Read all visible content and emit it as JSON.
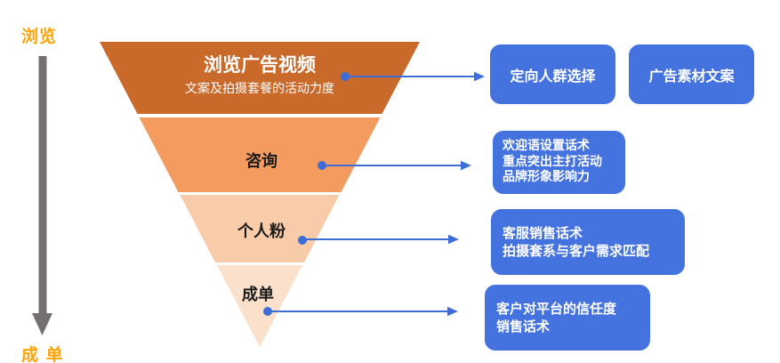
{
  "axis": {
    "top_label": "浏览",
    "bottom_label": "成 单",
    "label_color": "#FCA40A",
    "arrow_color": "#757070"
  },
  "funnel": {
    "levels": [
      {
        "title": "浏览广告视频",
        "subtitle": "文案及拍摄套餐的活动力度",
        "color": "#C96A2B",
        "text_color": "#FFFFFF"
      },
      {
        "title": "咨询",
        "color": "#F49B60",
        "text_color": "#1A1A1A"
      },
      {
        "title": "个人粉",
        "color": "#F8CBA9",
        "text_color": "#1A1A1A"
      },
      {
        "title": "成单",
        "color": "#FBE0CC",
        "text_color": "#1A1A1A"
      }
    ]
  },
  "connectors": {
    "color": "#3E6DD8"
  },
  "callouts": {
    "box_color": "#4472DE",
    "text_color": "#FFFFFF",
    "boxes": [
      {
        "lines": [
          "定向人群选择"
        ]
      },
      {
        "lines": [
          "广告素材文案"
        ]
      },
      {
        "lines": [
          "欢迎语设置话术",
          "重点突出主打活动",
          "品牌形象影响力"
        ]
      },
      {
        "lines": [
          "客服销售话术",
          "拍摄套系与客户需求匹配"
        ]
      },
      {
        "lines": [
          "客户对平台的信任度",
          "销售话术"
        ]
      }
    ]
  }
}
